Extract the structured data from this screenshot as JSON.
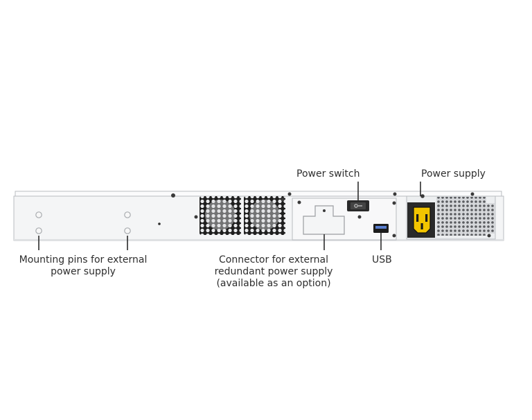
{
  "labels": {
    "power_switch": "Power switch",
    "power_supply": "Power supply",
    "mounting_pins_line1": "Mounting pins for external",
    "mounting_pins_line2": "power supply",
    "connector_line1": "Connector for external",
    "connector_line2": "redundant power supply",
    "connector_line3": "(available as an option)",
    "usb": "USB"
  },
  "colors": {
    "chassis": "#f4f5f6",
    "chassis_edge": "#b9bcc0",
    "fan_grille": "#1e1e1e",
    "psu_body": "#2a2a2a",
    "leader_line": "#2b2b2b",
    "label_text": "#2e2e2e"
  },
  "icons": [
    "fan-grille-icon",
    "power-inlet-icon",
    "usb-port-icon",
    "rocker-switch-icon",
    "screw-icon"
  ]
}
